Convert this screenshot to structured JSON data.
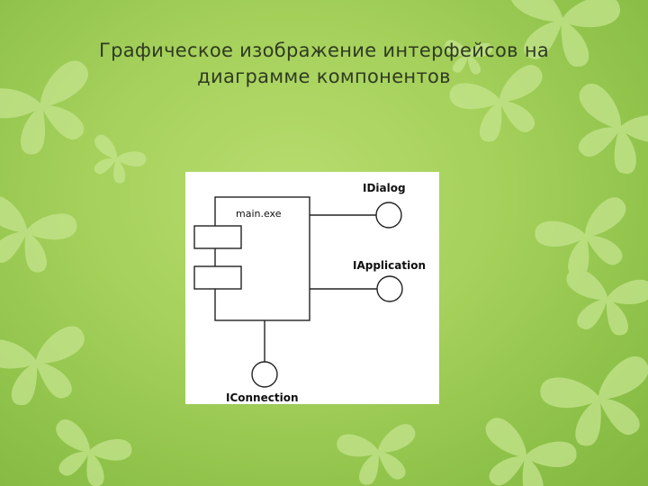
{
  "slide": {
    "title_line1": "Графическое изображение интерфейсов на",
    "title_line2": "диаграмме компонентов",
    "background_color": "#a6d15c",
    "decor_color": "#c4e48e",
    "decor_icon": "butterfly-icon"
  },
  "diagram": {
    "component_label": "main.exe",
    "interfaces": [
      "IDialog",
      "IApplication",
      "IConnection"
    ]
  }
}
